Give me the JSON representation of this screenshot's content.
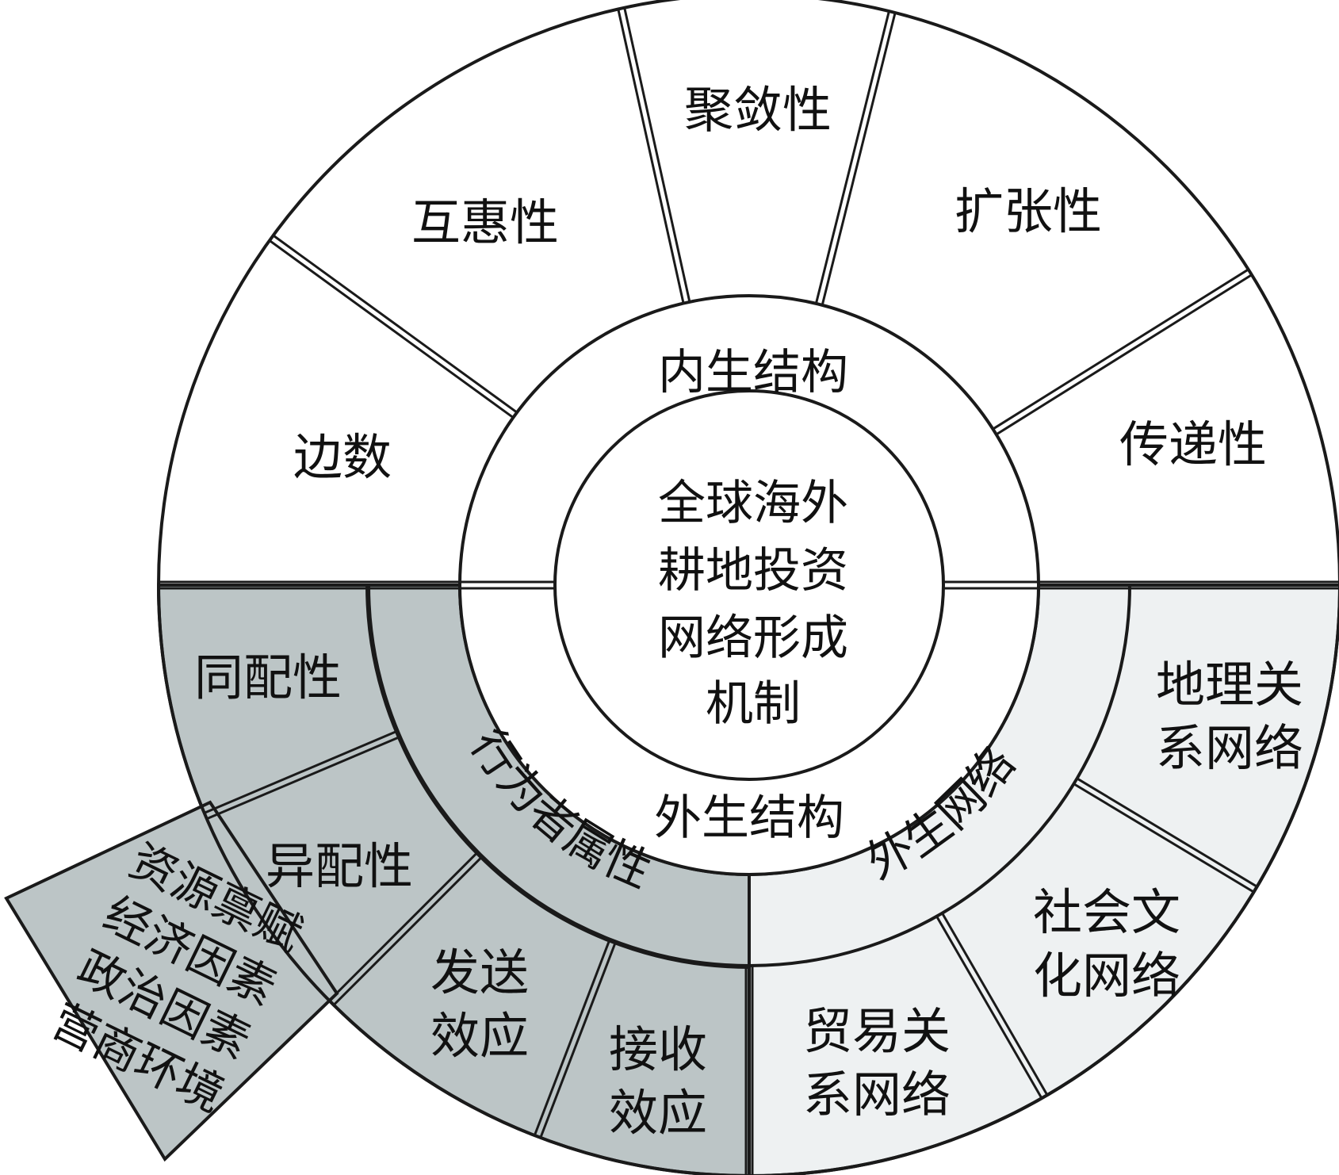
{
  "center": {
    "lines": [
      "全球海外",
      "耕地投资",
      "网络形成",
      "机制"
    ]
  },
  "inner_ring": {
    "upper_label": "内生结构",
    "lower_label": "外生结构"
  },
  "middle_ring": {
    "actor_label": "行为者属性",
    "exogenous_label": "外生网络"
  },
  "outer_ring": {
    "endogenous": {
      "edges": "边数",
      "reciprocity": "互惠性",
      "clustering": "聚敛性",
      "expansiveness": "扩张性",
      "transitivity": "传递性"
    },
    "actor": {
      "homophily": "同配性",
      "heterophily": "异配性",
      "sender": [
        "发送",
        "效应"
      ],
      "receiver": [
        "接收",
        "效应"
      ]
    },
    "exogenous": {
      "trade": [
        "贸易关",
        "系网络"
      ],
      "sociocultural": [
        "社会文",
        "化网络"
      ],
      "geographic": [
        "地理关",
        "系网络"
      ]
    }
  },
  "factors_box": {
    "lines": [
      "资源禀赋",
      "经济因素",
      "政治因素",
      "营商环境"
    ]
  },
  "colors": {
    "actor_fill": "#bcc5c6",
    "exogenous_fill": "#eef1f2",
    "line": "#1a1a1a",
    "background": "#ffffff"
  }
}
